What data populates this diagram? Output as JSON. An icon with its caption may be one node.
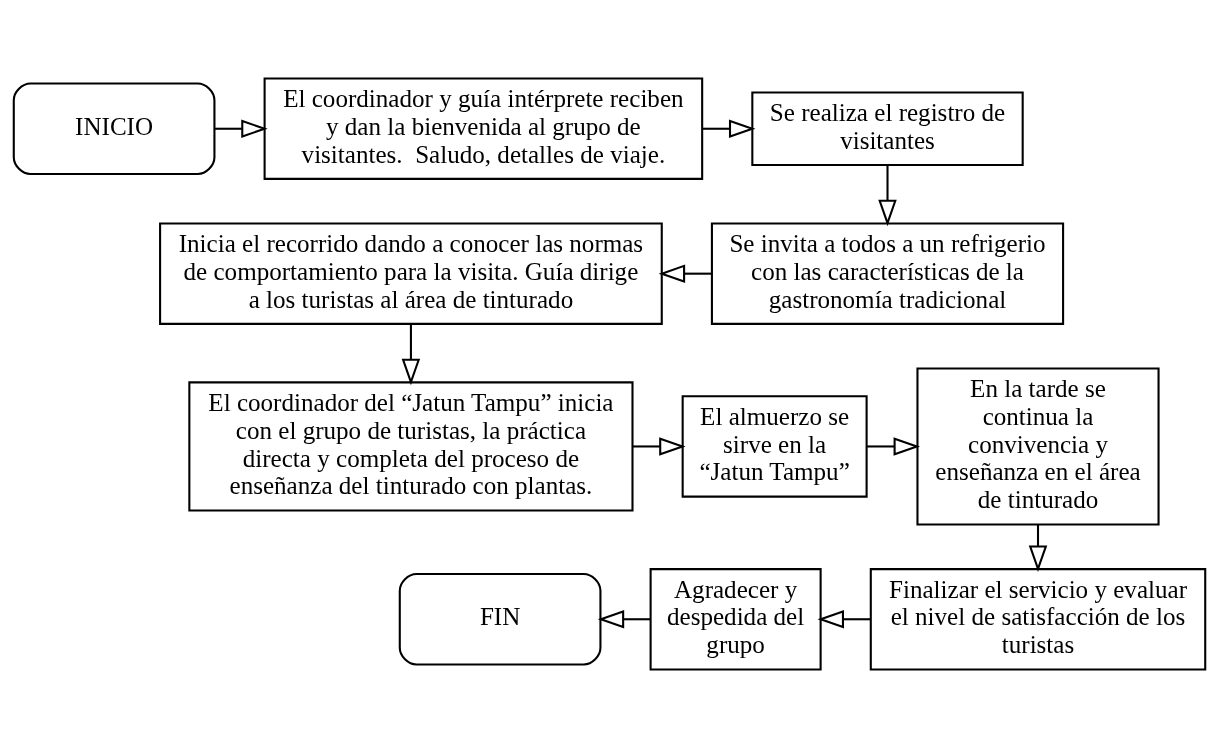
{
  "diagram": {
    "nodes": [
      {
        "text": [
          "INICIO"
        ]
      },
      {
        "text": [
          "El coordinador y guía intérprete reciben y dan la bienvenida al grupo de visitantes.  Saludo, detalles de viaje."
        ]
      },
      {
        "text": [
          "Se realiza el registro de visitantes"
        ]
      },
      {
        "text": [
          "Se invita a todos a un refrigerio con las características de la gastronomía tradicional"
        ]
      },
      {
        "text": [
          "Inicia el recorrido dando a conocer las normas de comportamiento para la visita. Guía dirige a los turistas al área de tinturado"
        ]
      },
      {
        "text": [
          "El coordinador del “Jatun Tampu” inicia con el grupo de turistas, la práctica directa y completa del proceso de enseñanza del tinturado con plantas."
        ]
      },
      {
        "text": [
          "El almuerzo se sirve en la “Jatun Tampu”"
        ]
      },
      {
        "text": [
          "En la tarde se continua la convivencia y enseñanza en el área de tinturado"
        ]
      },
      {
        "text": [
          "Finalizar el servicio y evaluar el nivel de satisfacción de los turistas"
        ]
      },
      {
        "text": [
          "Agradecer y despedida del grupo"
        ]
      },
      {
        "text": [
          "FIN"
        ]
      }
    ],
    "edges": [
      {
        "from": 0,
        "to": 1,
        "arrow": "to"
      },
      {
        "from": 1,
        "to": 2,
        "arrow": "to"
      },
      {
        "from": 2,
        "to": 3,
        "arrow": "to"
      },
      {
        "from": 3,
        "to": 4,
        "arrow": "to"
      },
      {
        "from": 4,
        "to": 5,
        "arrow": "to"
      },
      {
        "from": 5,
        "to": 6,
        "arrow": "to"
      },
      {
        "from": 6,
        "to": 7,
        "arrow": "to"
      },
      {
        "from": 7,
        "to": 8,
        "arrow": "to"
      },
      {
        "from": 8,
        "to": 9,
        "arrow": "to"
      },
      {
        "from": 9,
        "to": 10,
        "arrow": "to"
      }
    ]
  }
}
